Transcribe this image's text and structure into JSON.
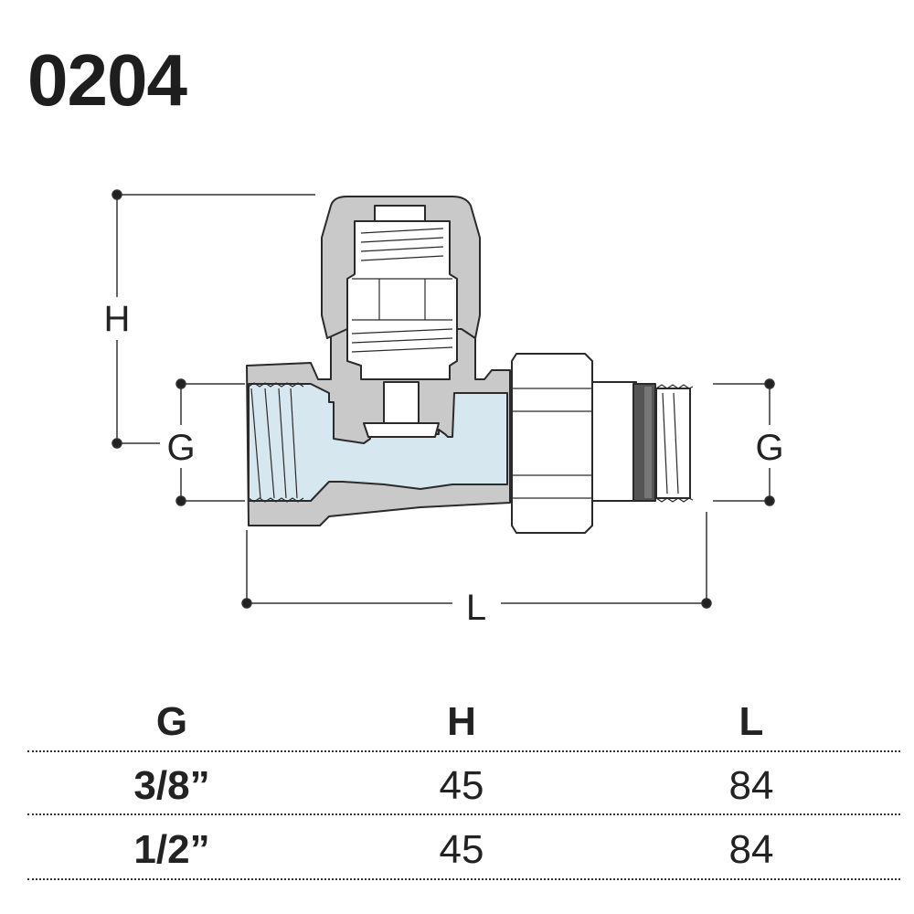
{
  "title": "0204",
  "dimensions": {
    "height_label": "H",
    "thread_label": "G",
    "length_label": "L"
  },
  "table": {
    "headers": [
      "G",
      "H",
      "L"
    ],
    "rows": [
      [
        "3/8”",
        "45",
        "84"
      ],
      [
        "1/2”",
        "45",
        "84"
      ]
    ]
  },
  "colors": {
    "body": "#c9c9c9",
    "water": "#d6e7f0",
    "outline": "#2a2a2a",
    "ring": "#555555"
  }
}
